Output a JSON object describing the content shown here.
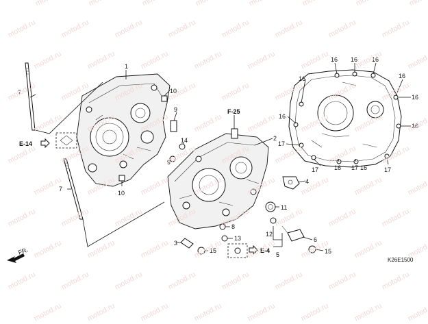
{
  "watermark": "motod.ru",
  "callouts": {
    "c1": "1",
    "c2": "2",
    "c3": "3",
    "c4": "4",
    "c5": "5",
    "c6": "6",
    "c7a": "7",
    "c7b": "7",
    "c8": "8",
    "c9a": "9",
    "c9b": "9",
    "c10a": "10",
    "c10b": "10",
    "c11": "11",
    "c12": "12",
    "c13": "13",
    "c14": "14",
    "c15a": "15",
    "c15b": "15",
    "c16a": "16",
    "c16b": "16",
    "c16c": "16",
    "c16d": "16",
    "c16e": "16",
    "c16f": "16",
    "c16g": "16",
    "c16h": "16",
    "c16i": "16",
    "c16j": "16",
    "c17a": "17",
    "c17b": "17",
    "c17c": "17",
    "c17d": "17"
  },
  "refs": {
    "e14": "E-14",
    "f25": "F-25",
    "e4": "E-4"
  },
  "front_label": "FR.",
  "diagram_code": "K26E1500"
}
